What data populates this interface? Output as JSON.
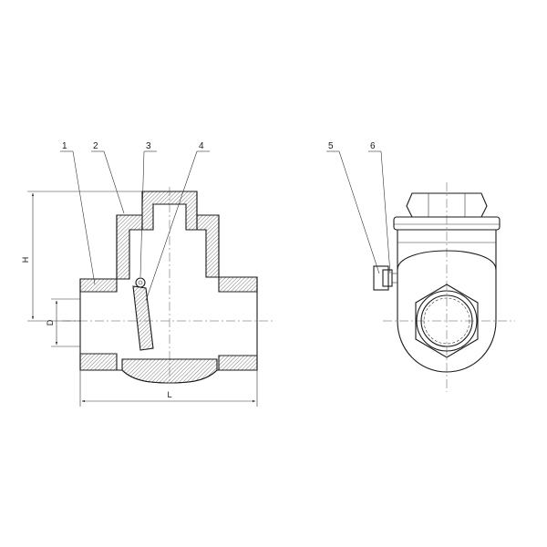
{
  "callouts": [
    "1",
    "2",
    "3",
    "4",
    "5",
    "6"
  ],
  "dimensions": {
    "height": "H",
    "diameter": "D",
    "length": "L"
  }
}
